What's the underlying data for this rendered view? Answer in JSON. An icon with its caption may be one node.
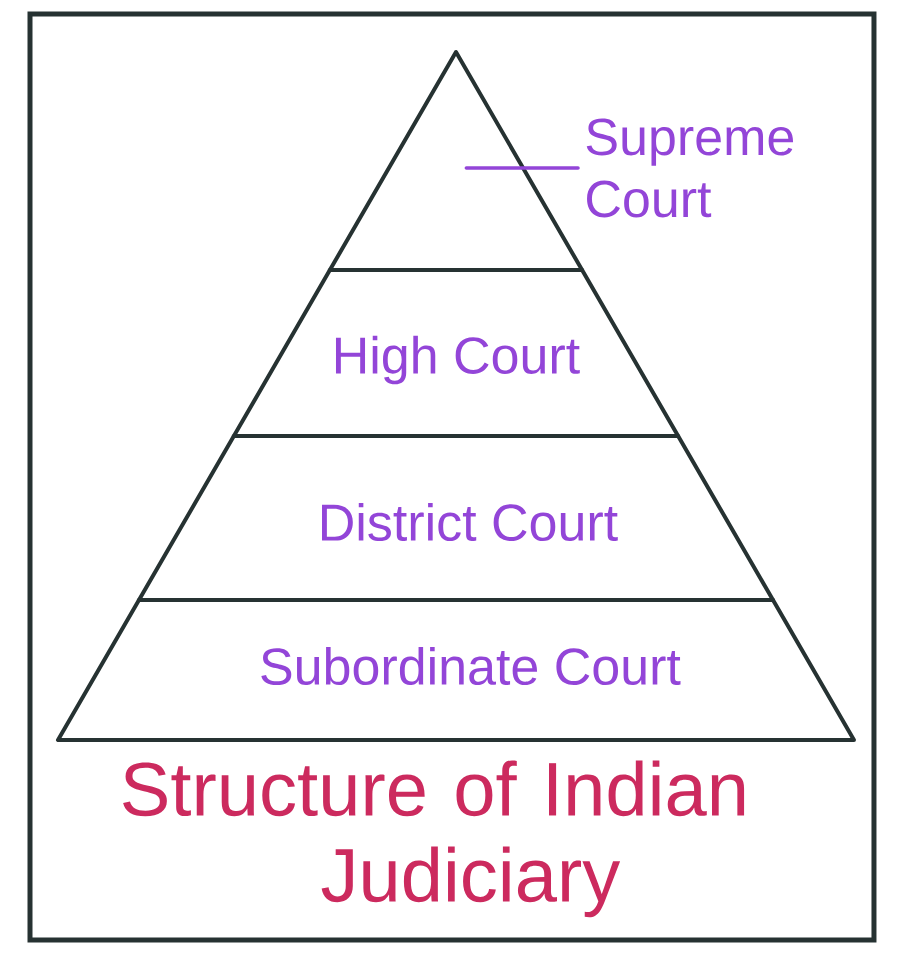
{
  "diagram": {
    "caption": "Structure of Indian Judiciary",
    "nodes": [
      {
        "text": [],
        "shape": "triangle"
      },
      {
        "text": [
          "Supreme Court"
        ]
      },
      {
        "text": [
          "High Court"
        ]
      },
      {
        "text": [
          "District Court"
        ]
      },
      {
        "text": [
          "Subordinate Court"
        ]
      }
    ],
    "edges": [
      {
        "from": 1,
        "to": 0,
        "arrow": "none"
      }
    ]
  }
}
